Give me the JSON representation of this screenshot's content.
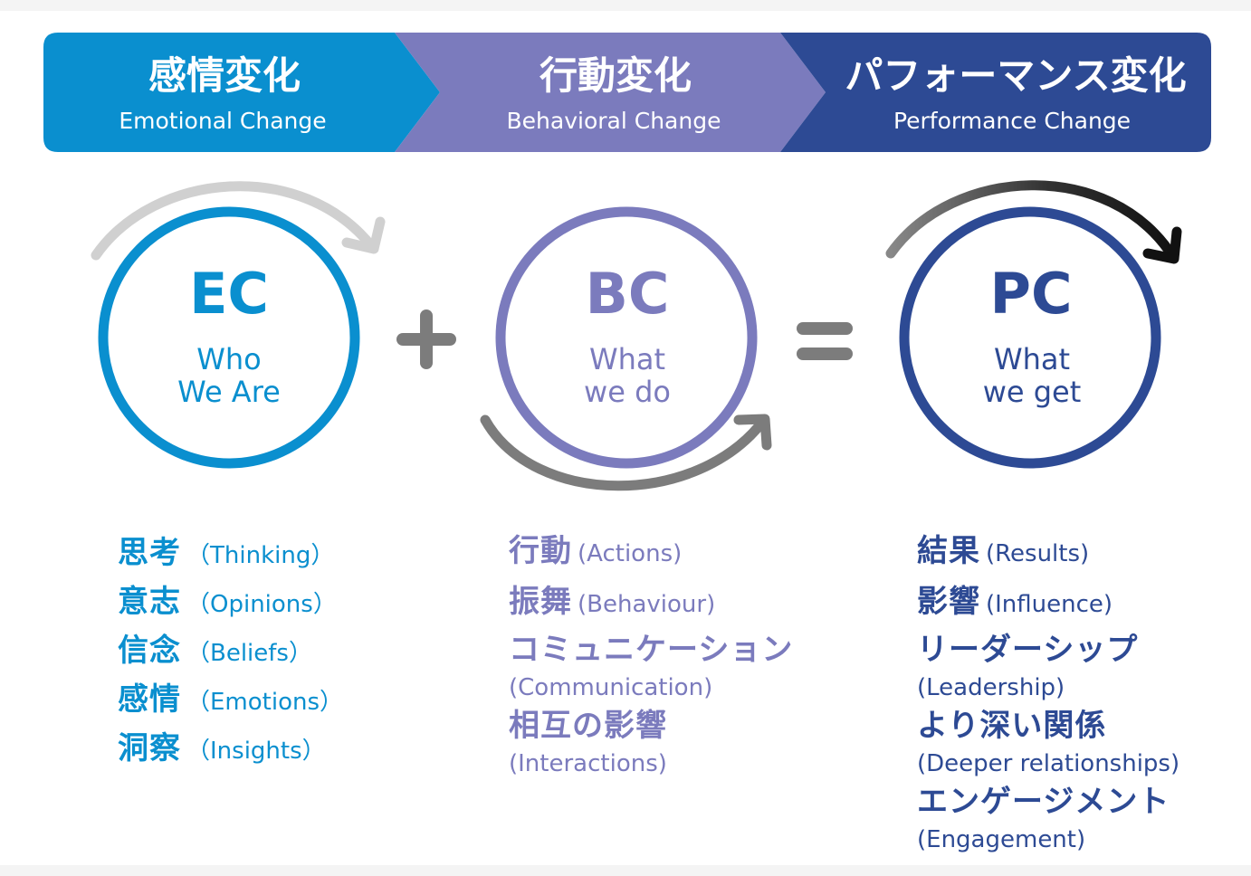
{
  "banner": [
    {
      "jp": "感情変化",
      "en": "Emotional Change",
      "color": "#0a8fcf"
    },
    {
      "jp": "行動変化",
      "en": "Behavioral Change",
      "color": "#7b7bbd"
    },
    {
      "jp": "パフォーマンス変化",
      "en": "Performance Change",
      "color": "#2d4a94"
    }
  ],
  "circles": [
    {
      "abbr": "EC",
      "line1": "Who",
      "line2": "We Are",
      "color": "#0a8fcf"
    },
    {
      "abbr": "BC",
      "line1": "What",
      "line2": "we do",
      "color": "#7b7bbd"
    },
    {
      "abbr": "PC",
      "line1": "What",
      "line2": "we get",
      "color": "#2d4a94"
    }
  ],
  "operators": {
    "plus": "+",
    "equals": "="
  },
  "lists": {
    "ec": [
      {
        "jp": "思考",
        "en": "（Thinking）"
      },
      {
        "jp": "意志",
        "en": "（Opinions）"
      },
      {
        "jp": "信念",
        "en": "（Beliefs）"
      },
      {
        "jp": "感情",
        "en": "（Emotions）"
      },
      {
        "jp": "洞察",
        "en": "（Insights）"
      }
    ],
    "bc": [
      {
        "jp": "行動",
        "en": "(Actions)"
      },
      {
        "jp": "振舞",
        "en": "(Behaviour)"
      },
      {
        "jp": "コミュニケーション",
        "en": "(Communication)"
      },
      {
        "jp": "相互の影響",
        "en": "(Interactions)"
      }
    ],
    "pc": [
      {
        "jp": "結果",
        "en": "(Results)"
      },
      {
        "jp": "影響",
        "en": "(Influence)"
      },
      {
        "jp": "リーダーシップ",
        "en": "(Leadership)"
      },
      {
        "jp": "より深い関係",
        "en": "(Deeper relationships)"
      },
      {
        "jp": "エンゲージメント",
        "en": "(Engagement)"
      }
    ]
  }
}
